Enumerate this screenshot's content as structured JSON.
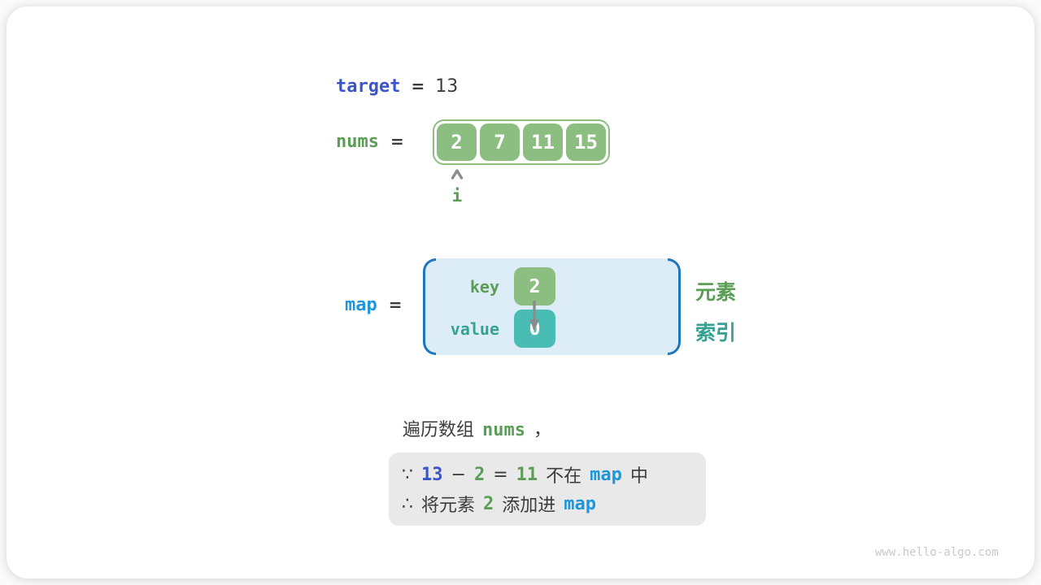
{
  "colors": {
    "royal_blue": "#3B54CC",
    "bright_blue": "#1E96DC",
    "green_text": "#5A9E56",
    "green_fill": "#8CBE82",
    "teal_text": "#35A193",
    "teal_fill": "#49BDB3",
    "map_fill": "#DDEDF8",
    "bracket_blue": "#2076BE",
    "dark_text": "#3C3C3C",
    "note_bg": "#E9E9E9",
    "arrow_gray": "#8C8C8C",
    "watermark_gray": "#C9C9C9"
  },
  "target": {
    "label": "target",
    "eq": "=",
    "value": "13"
  },
  "nums": {
    "label": "nums",
    "eq": "=",
    "cells": [
      "2",
      "7",
      "11",
      "15"
    ],
    "pointer": "i"
  },
  "map": {
    "label": "map",
    "eq": "=",
    "rows": [
      {
        "field": "key",
        "value": "2",
        "side_label": "元素",
        "theme": "green"
      },
      {
        "field": "value",
        "value": "0",
        "side_label": "索引",
        "theme": "teal"
      }
    ]
  },
  "caption": [
    {
      "t": "遍历数组",
      "c": "dark",
      "f": "cjk"
    },
    {
      "t": "nums",
      "c": "green",
      "f": "code"
    },
    {
      "t": "，",
      "c": "dark",
      "f": "cjk"
    }
  ],
  "note": {
    "lines": [
      [
        {
          "t": "∵",
          "c": "dark",
          "f": "cjk"
        },
        {
          "t": "13",
          "c": "blue",
          "f": "code"
        },
        {
          "t": "−",
          "c": "dark",
          "f": "cjk"
        },
        {
          "t": "2",
          "c": "green",
          "f": "code"
        },
        {
          "t": "=",
          "c": "dark",
          "f": "cjk"
        },
        {
          "t": "11",
          "c": "green",
          "f": "code"
        },
        {
          "t": "不在",
          "c": "dark",
          "f": "cjk"
        },
        {
          "t": "map",
          "c": "cyan",
          "f": "code"
        },
        {
          "t": "中",
          "c": "dark",
          "f": "cjk"
        }
      ],
      [
        {
          "t": "∴",
          "c": "dark",
          "f": "cjk"
        },
        {
          "t": "将元素",
          "c": "dark",
          "f": "cjk"
        },
        {
          "t": "2",
          "c": "green",
          "f": "code"
        },
        {
          "t": "添加进",
          "c": "dark",
          "f": "cjk"
        },
        {
          "t": "map",
          "c": "cyan",
          "f": "code"
        }
      ]
    ]
  },
  "watermark": "www.hello-algo.com"
}
